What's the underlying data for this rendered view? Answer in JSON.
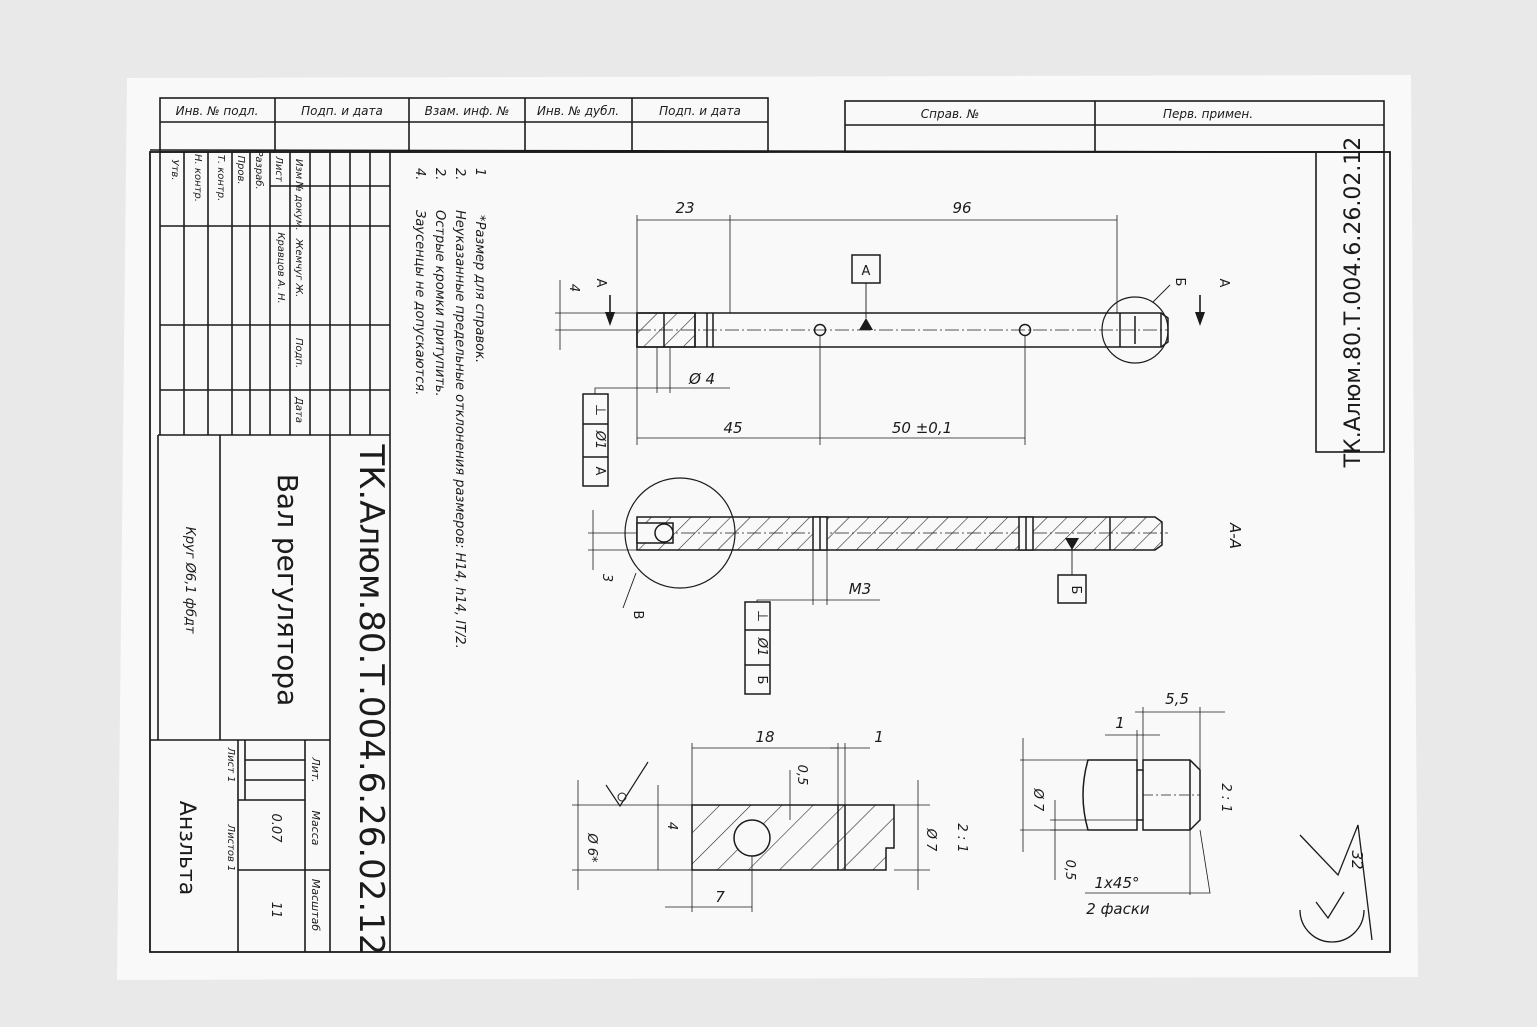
{
  "top_strip": {
    "inv_podl": "Инв. № подл.",
    "podp_data_1": "Подп. и дата",
    "vzam_inv": "Взам. инф. №",
    "inv_dubl": "Инв. № дубл.",
    "podp_data_2": "Подп. и дата",
    "sprav": "Справ. №",
    "perv_primen": "Перв. примен."
  },
  "code_box": "ТК.Алюм.80.Т.004.6.26.02.12",
  "notes": {
    "n1_num": "1",
    "n1": "*Размер для справок.",
    "n2_num": "2.",
    "n2": "Неуказанные предельные отклонения размеров: H14, h14, IT/2.",
    "n3_num": "2.",
    "n3": "Острые кромки притупить.",
    "n4_num": "4.",
    "n4": "Заусенцы не допускаются."
  },
  "title_block": {
    "designation": "ТК.Алюм.80.Т.004.6.26.02.12",
    "part_name": "Вал регулятора",
    "material": "Круг Ø6,1 фбдт",
    "org": "Анзльта",
    "lit": "Лит.",
    "mass_label": "Масса",
    "scale_label": "Масштаб",
    "mass": "0.07",
    "scale": "11",
    "sheet": "Лист 1",
    "sheets": "Листов 1",
    "podp": "Подп.",
    "data": "Дата",
    "izm": "Изм",
    "list_label": "Лист",
    "ndoc": "№ докум.",
    "razrab": "Разраб.",
    "prov": "Пров.",
    "tkontr": "Т. контр.",
    "nkontr": "Н. контр.",
    "utv": "Утв.",
    "razrab_name": "Жемчуг Ж.",
    "prov_name": "Кравцов А. Н."
  },
  "view_main": {
    "dim_23": "23",
    "dim_96": "96",
    "dim_4": "4",
    "dim_d4": "Ø 4",
    "dim_45": "45",
    "dim_50": "50 ±0,1",
    "datum_a": "А",
    "section_a": "А",
    "detail_b": "Б",
    "perp": "⊥",
    "tol_1": "Ø1",
    "tol_ref_a": "А"
  },
  "view_section": {
    "title": "А-А",
    "dim_3": "3",
    "dim_m3": "М3",
    "detail_v": "В",
    "datum_b": "Б",
    "perp": "⊥",
    "tol_1": "Ø1",
    "tol_ref_b": "Б"
  },
  "detail_v": {
    "dim_18": "18",
    "dim_1": "1",
    "dim_05": "0,5",
    "dim_d6": "Ø 6*",
    "dim_4": "4",
    "dim_d7": "Ø 7",
    "dim_7": "7",
    "scale": "2 : 1"
  },
  "detail_b": {
    "dim_55": "5,5",
    "dim_1": "1",
    "dim_d7": "Ø 7",
    "dim_05": "0,5",
    "chamfer": "1х45°",
    "chamfer_count": "2 фаски",
    "scale": "2 : 1"
  },
  "roughness": "32"
}
